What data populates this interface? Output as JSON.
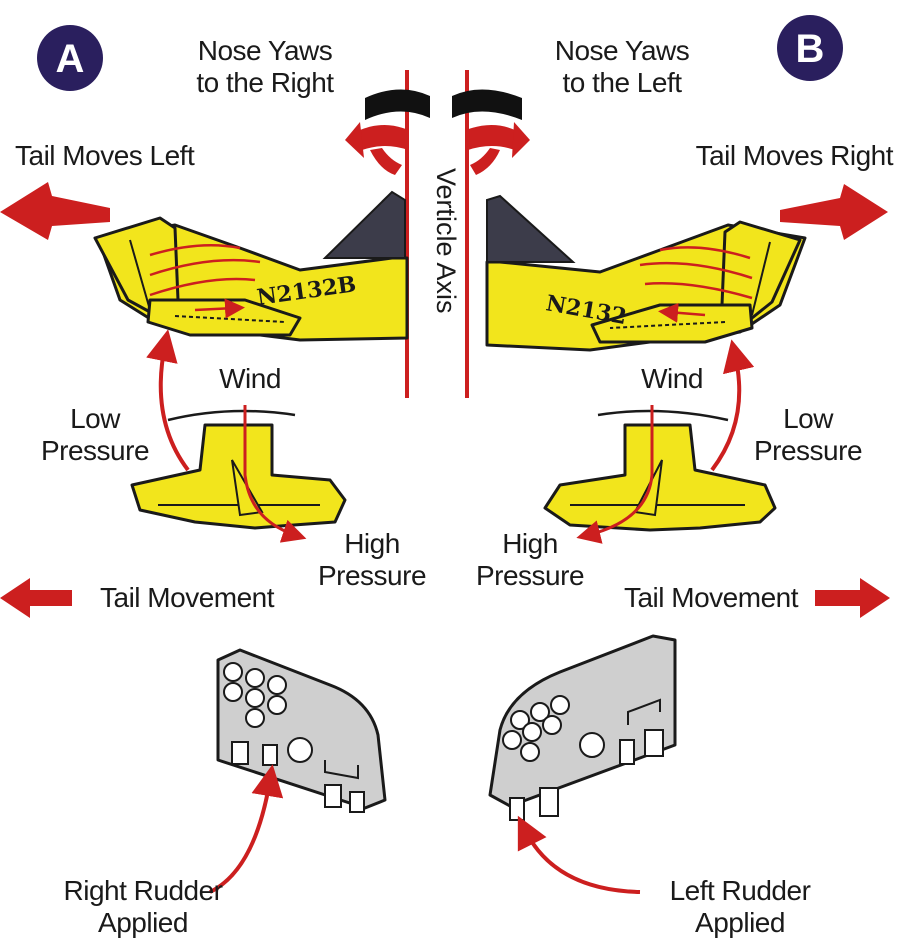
{
  "badges": {
    "a": "A",
    "b": "B"
  },
  "panel_a": {
    "yaw": [
      "Nose Yaws",
      "to the Right"
    ],
    "tail_moves": "Tail Moves Left",
    "wind": "Wind",
    "low_pressure": [
      "Low",
      "Pressure"
    ],
    "high_pressure": [
      "High",
      "Pressure"
    ],
    "tail_movement": "Tail Movement",
    "rudder": [
      "Right Rudder",
      "Applied"
    ],
    "registration": "N2132B"
  },
  "panel_b": {
    "yaw": [
      "Nose Yaws",
      "to the Left"
    ],
    "tail_moves": "Tail Moves Right",
    "wind": "Wind",
    "low_pressure": [
      "Low",
      "Pressure"
    ],
    "high_pressure": [
      "High",
      "Pressure"
    ],
    "tail_movement": "Tail Movement",
    "rudder": [
      "Left Rudder",
      "Applied"
    ],
    "registration": "N2132"
  },
  "axis_label": "Verticle Axis",
  "colors": {
    "badge": "#2a1f5e",
    "arrow_red": "#cc1f1f",
    "plane_yellow": "#f2e51c",
    "outline": "#1a1a1a",
    "panel_gray": "#c9c9c9",
    "window_dark": "#3c3c4a"
  },
  "icons": [
    "yaw-rotation-icon",
    "arrow-left-icon",
    "arrow-right-icon",
    "curved-arrow-icon"
  ]
}
